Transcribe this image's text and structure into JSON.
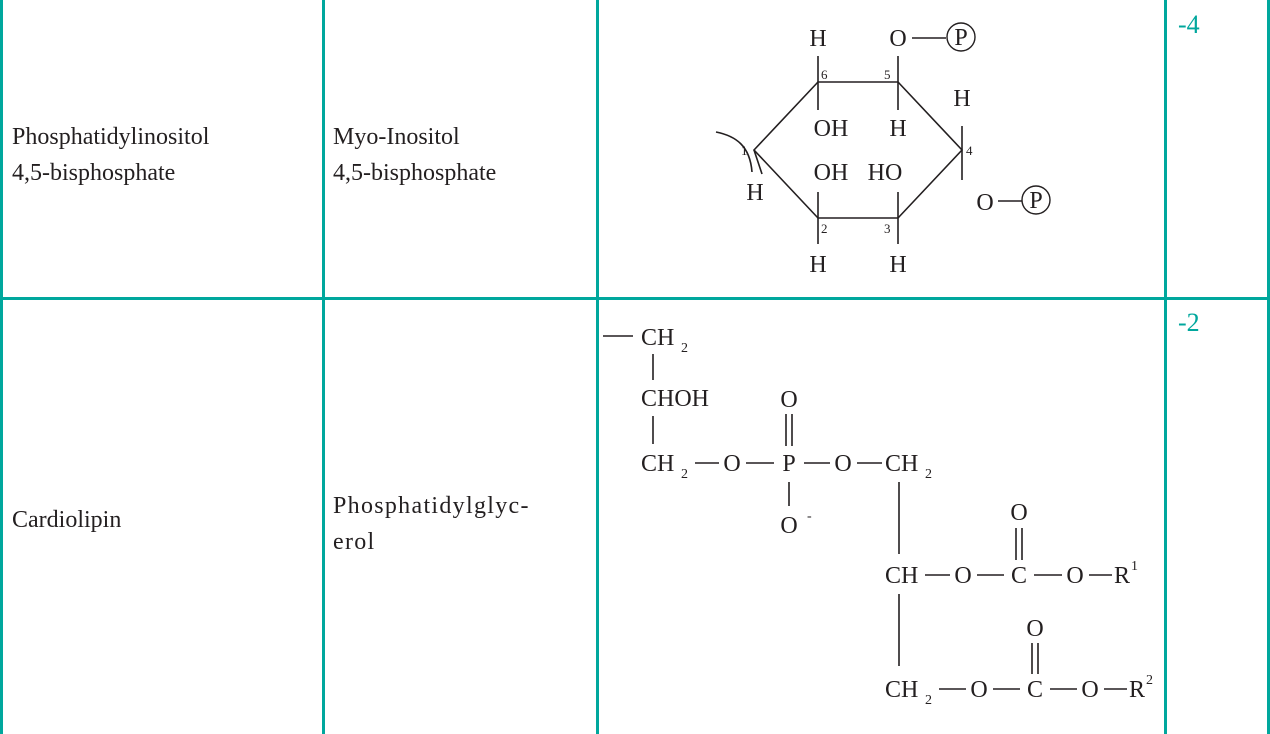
{
  "table": {
    "rows": [
      {
        "lipid": [
          "Phosphatidylinositol",
          "4,5-bisphosphate"
        ],
        "head_group": [
          "Myo-Inositol",
          "4,5-bisphosphate"
        ],
        "charge": "-4"
      },
      {
        "lipid": [
          "Cardiolipin"
        ],
        "head_group": [
          "Phosphatidylglyc-",
          "erol"
        ],
        "charge": "-2"
      }
    ]
  },
  "inositol_structure": {
    "atoms": {
      "H": "H",
      "O": "O",
      "OH": "OH",
      "HO": "HO",
      "P": "P"
    },
    "positions": [
      "1",
      "2",
      "3",
      "4",
      "5",
      "6"
    ]
  },
  "glycerol_structure": {
    "groups": {
      "CH": "CH",
      "CHOH": "CHOH",
      "O": "O",
      "P": "P",
      "C": "C",
      "R": "R",
      "sub2": "2",
      "minus": "-",
      "sup1": "1",
      "sup2": "2"
    }
  },
  "colors": {
    "border": "#00a79d",
    "charge": "#00a79d",
    "text": "#231f20"
  }
}
